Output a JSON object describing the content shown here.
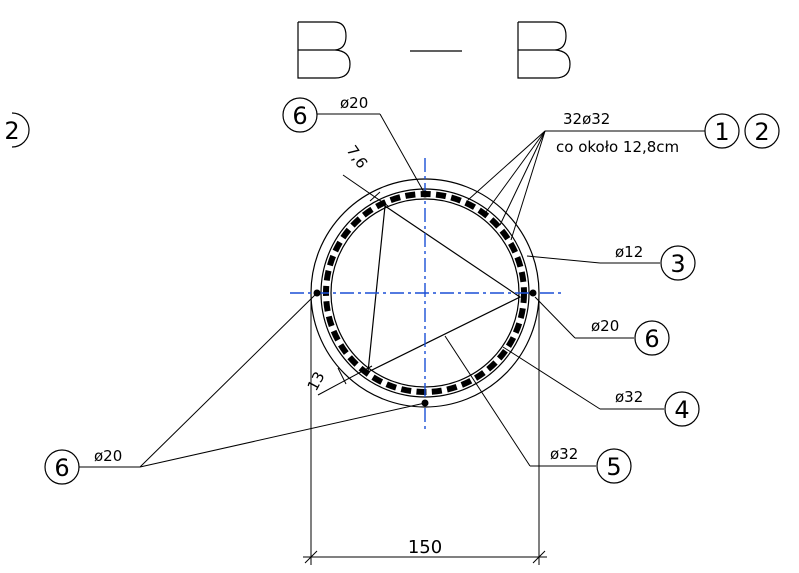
{
  "title": {
    "left_letter": "B",
    "dash": "–",
    "right_letter": "B"
  },
  "callouts": {
    "top_left_bubble": "6",
    "top_left_label": "ø20",
    "top_right_label_main": "32ø32",
    "top_right_label_sub": "co około 12,8cm",
    "top_right_bubble_1": "1",
    "top_right_bubble_2": "2",
    "far_left_bubble": "2",
    "right_3_label": "ø12",
    "right_3_bubble": "3",
    "right_6_label": "ø20",
    "right_6_bubble": "6",
    "right_4_label": "ø32",
    "right_4_bubble": "4",
    "right_5_label": "ø32",
    "right_5_bubble": "5",
    "bottom_left_label": "ø20",
    "bottom_left_bubble": "6"
  },
  "dimensions": {
    "cover_top": "7,6",
    "cover_bottom": "13",
    "diameter": "150"
  },
  "colors": {
    "axis": "#1a4fd6",
    "ink": "#000000"
  }
}
